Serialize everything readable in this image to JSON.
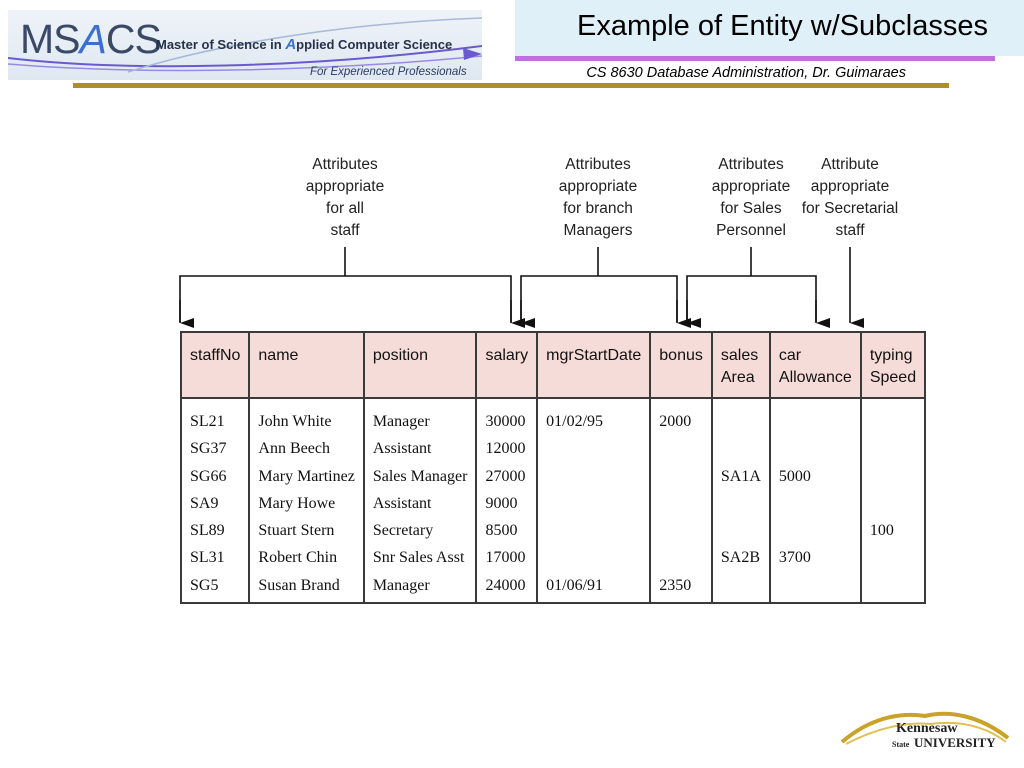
{
  "logo": {
    "ms": "MS",
    "a": "A",
    "cs": "CS",
    "full_1": "Master of Science in ",
    "full_a": "A",
    "full_2": "pplied Computer Science",
    "tagline": "For Experienced Professionals"
  },
  "title": "Example of Entity w/Subclasses",
  "course": "CS 8630 Database Administration, Dr. Guimaraes",
  "colors": {
    "title_bg": "#dff0f8",
    "title_underline": "#c070dd",
    "gold_rule": "#b28c2a",
    "header_row_bg": "#f6dcd8"
  },
  "captions": {
    "all_staff": "Attributes\nappropriate\nfor all\nstaff",
    "branch_managers": "Attributes\nappropriate\nfor branch\nManagers",
    "sales_personnel": "Attributes\nappropriate\nfor Sales\nPersonnel",
    "secretarial": "Attribute\nappropriate\nfor Secretarial\nstaff"
  },
  "table": {
    "headers": [
      "staffNo",
      "name",
      "position",
      "salary",
      "mgrStartDate",
      "bonus",
      "sales\nArea",
      "car\nAllowance",
      "typing\nSpeed"
    ],
    "rows": [
      [
        "SL21",
        "John White",
        "Manager",
        "30000",
        "01/02/95",
        "2000",
        "",
        "",
        ""
      ],
      [
        "SG37",
        "Ann Beech",
        "Assistant",
        "12000",
        "",
        "",
        "",
        "",
        ""
      ],
      [
        "SG66",
        "Mary Martinez",
        "Sales Manager",
        "27000",
        "",
        "",
        "SA1A",
        "5000",
        ""
      ],
      [
        "SA9",
        "Mary Howe",
        "Assistant",
        "9000",
        "",
        "",
        "",
        "",
        ""
      ],
      [
        "SL89",
        "Stuart Stern",
        "Secretary",
        "8500",
        "",
        "",
        "",
        "",
        "100"
      ],
      [
        "SL31",
        "Robert Chin",
        "Snr Sales Asst",
        "17000",
        "",
        "",
        "SA2B",
        "3700",
        ""
      ],
      [
        "SG5",
        "Susan Brand",
        "Manager",
        "24000",
        "01/06/91",
        "2350",
        "",
        "",
        ""
      ]
    ]
  },
  "footer_logo": {
    "line1": "Kennesaw",
    "state": "State",
    "line2": "UNIVERSITY"
  }
}
